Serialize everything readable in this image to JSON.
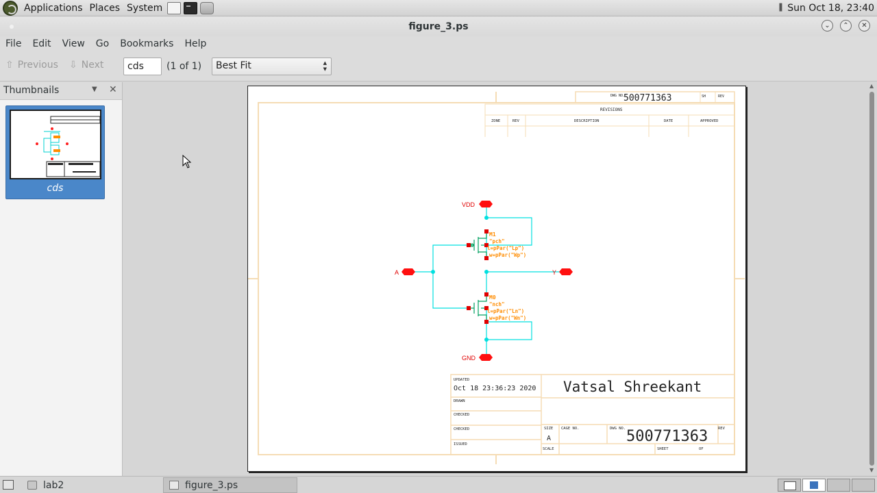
{
  "top_panel": {
    "menus": [
      "Applications",
      "Places",
      "System"
    ],
    "clock": "Sun Oct 18, 23:40"
  },
  "window": {
    "title": "figure_3.ps"
  },
  "menubar": [
    "File",
    "Edit",
    "View",
    "Go",
    "Bookmarks",
    "Help"
  ],
  "toolbar": {
    "previous_label": "Previous",
    "next_label": "Next",
    "page_value": "cds",
    "page_count": "(1 of 1)",
    "zoom_value": "Best Fit"
  },
  "sidebar": {
    "title": "Thumbnails",
    "thumb_caption": "cds"
  },
  "schematic": {
    "border_top_dwg_label": "DWG NO.",
    "border_top_dwg_no": "500771363",
    "border_top_sh": "SH",
    "border_top_rev": "REV",
    "revisions_title": "REVISIONS",
    "revision_cols": [
      "ZONE",
      "REV",
      "DESCRIPTION",
      "DATE",
      "APPROVED"
    ],
    "pins": {
      "vdd": "VDD",
      "gnd": "GND",
      "a": "A",
      "y": "Y"
    },
    "m1": {
      "name": "M1",
      "model": "\"pch\"",
      "l": "l=pPar(\"Lp\")",
      "w": "w=pPar(\"Wp\")"
    },
    "m0": {
      "name": "M0",
      "model": "\"nch\"",
      "l": "l=pPar(\"Ln\")",
      "w": "w=pPar(\"Wn\")"
    },
    "tb_updated_label": "UPDATED",
    "tb_updated_value": "Oct 18 23:36:23 2020",
    "tb_drawn": "DRAWN",
    "tb_checked1": "CHECKED",
    "tb_checked2": "CHECKED",
    "tb_issued": "ISSUED",
    "tb_author": "Vatsal Shreekant",
    "tb_size_label": "SIZE",
    "tb_size_value": "A",
    "tb_cage": "CAGE NO.",
    "tb_dwg_label": "DWG NO.",
    "tb_dwg_no": "500771363",
    "tb_rev": "REV",
    "tb_scale": "SCALE",
    "tb_sheet": "SHEET",
    "tb_of": "OF"
  },
  "bottom_panel": {
    "tasks": [
      "lab2",
      "figure_3.ps"
    ]
  },
  "colors": {
    "wire": "#00e0e0",
    "pin": "#ff0000",
    "label_orange": "#ff8c00",
    "device_green": "#00a060",
    "frame": "#f5dcb4"
  }
}
